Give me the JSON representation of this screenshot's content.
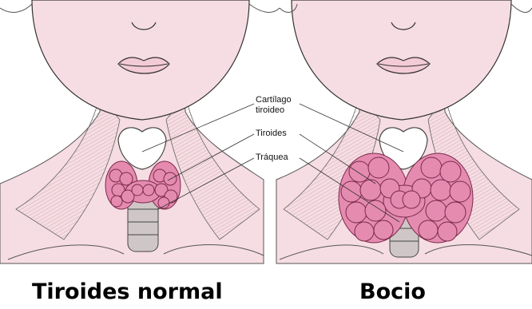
{
  "captions": {
    "left": "Tiroides normal",
    "right": "Bocio"
  },
  "labels": {
    "cartilage_line1": "Cartílago",
    "cartilage_line2": "tiroideo",
    "thyroid": "Tiroides",
    "trachea": "Tráquea"
  },
  "colors": {
    "skin": "#f6dde3",
    "thyroid_lobe": "#e58bb0",
    "cartilage": "#ffffff",
    "trachea": "#cfc7c7"
  }
}
